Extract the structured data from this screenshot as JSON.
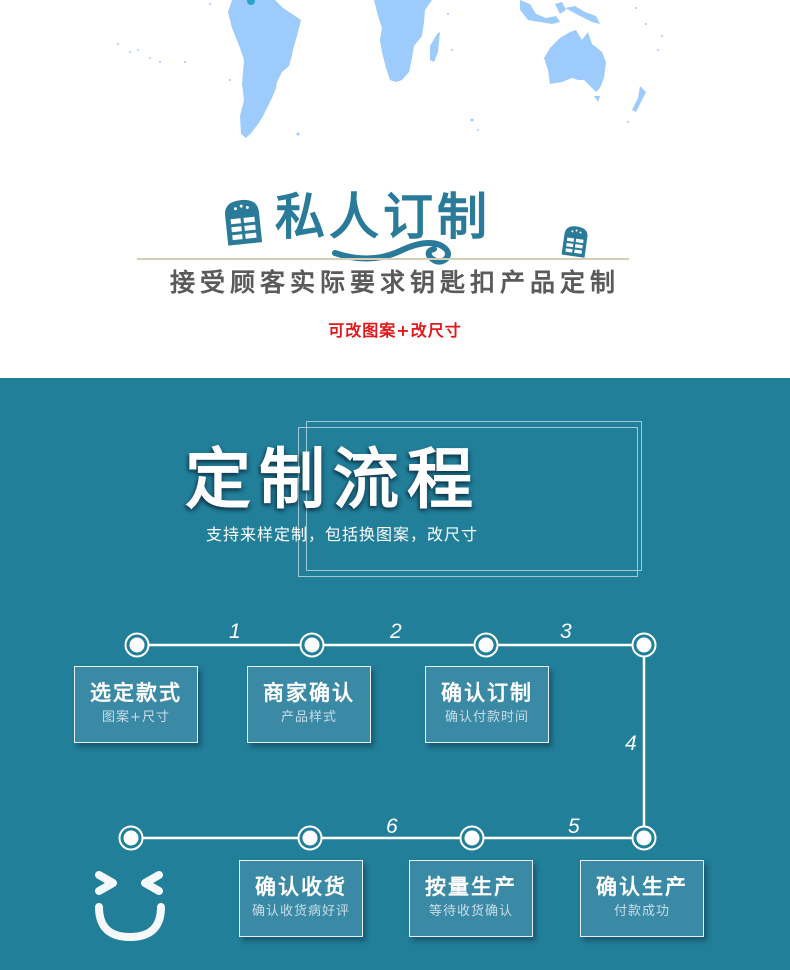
{
  "header": {
    "title": "私人订制",
    "subtitle": "接受顾客实际要求钥匙扣产品定制",
    "note": "可改图案+改尺寸"
  },
  "process": {
    "title": "定制流程",
    "subtitle": "支持来样定制，包括换图案，改尺寸",
    "step_numbers": [
      "1",
      "2",
      "3",
      "4",
      "5",
      "6"
    ],
    "steps": [
      {
        "title": "选定款式",
        "desc": "图案+尺寸"
      },
      {
        "title": "商家确认",
        "desc": "产品样式"
      },
      {
        "title": "确认订制",
        "desc": "确认付款时间"
      },
      {
        "title": "确认生产",
        "desc": "付款成功"
      },
      {
        "title": "按量生产",
        "desc": "等待收货确认"
      },
      {
        "title": "确认收货",
        "desc": "确认收货病好评"
      }
    ]
  },
  "colors": {
    "primary_blue": "#227f9a",
    "title_blue": "#2a7b99",
    "box_fill": "#3a8aa6",
    "accent_red": "#e0191d",
    "map_blue": "#9dcbfb"
  },
  "icons": {
    "map": "world-map-graphic",
    "bag": "shopping-bag-icon",
    "node": "timeline-node-icon",
    "smiley": "smiley-face-icon"
  }
}
